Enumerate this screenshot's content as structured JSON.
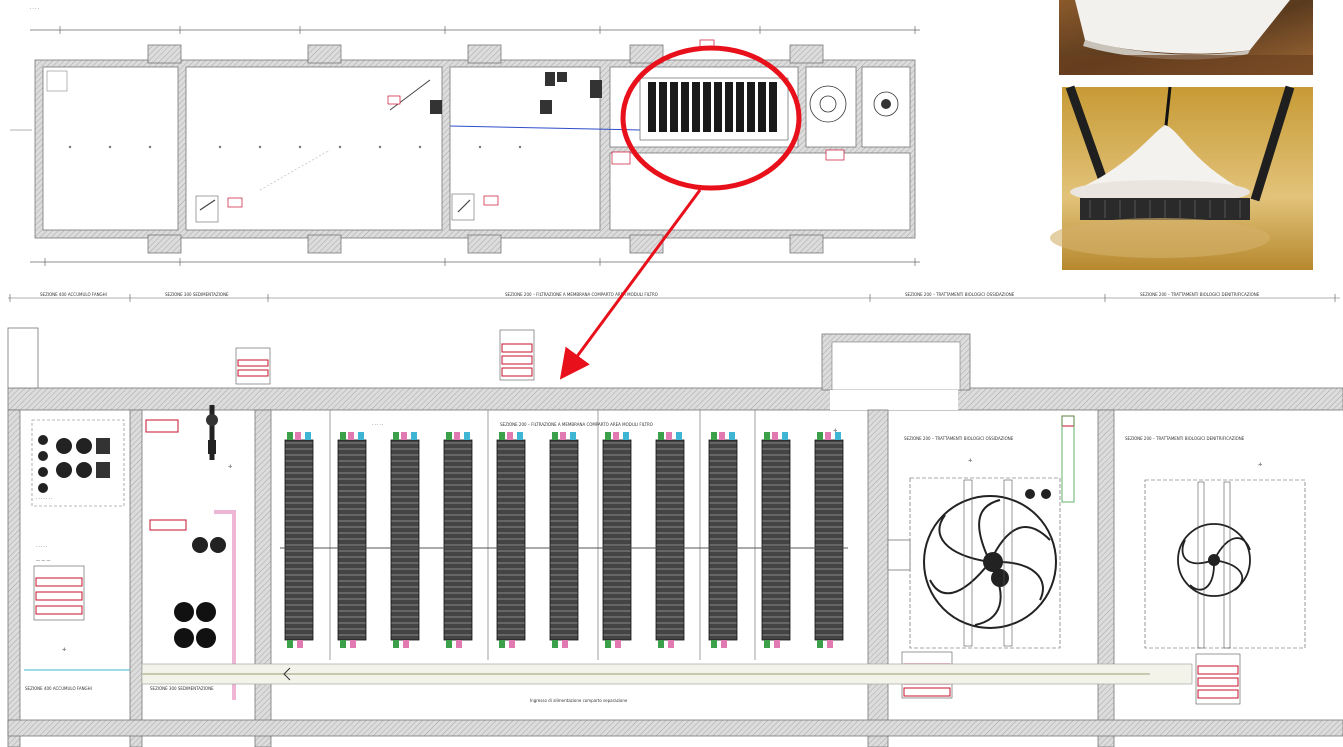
{
  "title_block": "",
  "top_plan": {
    "zones": [
      {
        "id": "z1"
      },
      {
        "id": "z2"
      },
      {
        "id": "z3"
      },
      {
        "id": "z4"
      },
      {
        "id": "z5"
      },
      {
        "id": "z6"
      }
    ]
  },
  "photos": [
    {
      "subject": "membrane-vessel-top"
    },
    {
      "subject": "membrane-vessel-inverted"
    }
  ],
  "detail": {
    "header_sections": [
      {
        "label": "SEZIONE 400 ACCUMULO FANGHI"
      },
      {
        "label": "SEZIONE 300 SEDIMENTAZIONE"
      },
      {
        "label": "SEZIONE 200 – FILTRAZIONE A MEMBRANA COMPARTO AREA MODULI FILTRO"
      },
      {
        "label": "SEZIONE 200 – TRATTAMENTI BIOLOGICI OSSIDAZIONE"
      },
      {
        "label": "SEZIONE 200 – TRATTAMENTI BIOLOGICI DENITRIFICAZIONE"
      }
    ],
    "membrane_section_title": "SEZIONE 200 – FILTRAZIONE A MEMBRANA COMPARTO AREA MODULI FILTRO",
    "oxidation_title": "SEZIONE 200 – TRATTAMENTI BIOLOGICI OSSIDAZIONE",
    "denitrification_title": "SEZIONE 200 – TRATTAMENTI BIOLOGICI DENITRIFICAZIONE",
    "left_zone_1": "SEZIONE 400 ACCUMULO FANGHI",
    "left_zone_2": "SEZIONE 300 SEDIMENTAZIONE",
    "bottom_note": "Ingresso di alimentazione comparto separazione",
    "membrane_module_count": 11
  },
  "colors": {
    "highlight_circle": "#e8101a",
    "arrow": "#e8101a",
    "label_red": "#c8102e",
    "wall_hatch": "#bdbdbd",
    "pipe_pink": "#e07ab0",
    "pipe_green": "#3ca04a",
    "pipe_cyan": "#3fb5d4",
    "pipe_blue": "#2f4fc9"
  }
}
